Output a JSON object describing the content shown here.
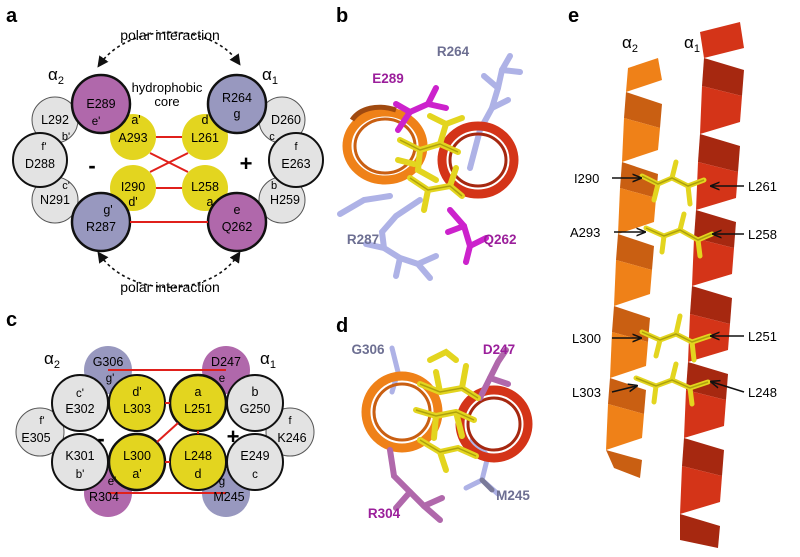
{
  "panel_labels": {
    "a": "a",
    "b": "b",
    "c": "c",
    "d": "d",
    "e": "e"
  },
  "colors": {
    "yellow": "#e3d51f",
    "purple": "#b068ab",
    "slate": "#9898bf",
    "grey": "#e3e3e3",
    "red": "#e0201b",
    "helix_red": "#d43418",
    "helix_orange": "#ef8118",
    "magenta": "#cc22cc",
    "lavender": "#aeb2e6"
  },
  "panel_a": {
    "chain_left": "α",
    "chain_left_sub": "2",
    "chain_right": "α",
    "chain_right_sub": "1",
    "polar_top": "polar interaction",
    "polar_bottom": "polar interaction",
    "core_label_1": "hydrophobic",
    "core_label_2": "core",
    "minus": "-",
    "plus": "+",
    "residues": {
      "e289": {
        "name": "E289",
        "hep": "e'"
      },
      "a_prime": {
        "hep": "a'"
      },
      "r264": {
        "name": "R264",
        "hep": "g"
      },
      "d_top": {
        "hep": "d"
      },
      "l292": {
        "name": "L292",
        "hep": "b'"
      },
      "d260": {
        "name": "D260",
        "hep": "c"
      },
      "d288": {
        "name": "D288",
        "hep": "f'"
      },
      "e263": {
        "name": "E263",
        "hep": "f"
      },
      "a293": {
        "name": "A293"
      },
      "l261": {
        "name": "L261"
      },
      "i290": {
        "name": "I290",
        "hep": "d'"
      },
      "l258": {
        "name": "L258",
        "hep": "a"
      },
      "n291": {
        "name": "N291",
        "hep": "c'"
      },
      "h259": {
        "name": "H259",
        "hep": "b"
      },
      "r287": {
        "name": "R287",
        "hep": "g'"
      },
      "q262": {
        "name": "Q262",
        "hep": "e"
      }
    }
  },
  "panel_b": {
    "e289": "E289",
    "r264": "R264",
    "r287": "R287",
    "q262": "Q262"
  },
  "panel_c": {
    "chain_left": "α",
    "chain_left_sub": "2",
    "chain_right": "α",
    "chain_right_sub": "1",
    "minus": "-",
    "plus": "+",
    "residues": {
      "g306": {
        "name": "G306",
        "hep": "g'"
      },
      "d247": {
        "name": "D247",
        "hep": "e"
      },
      "e302": {
        "name": "E302",
        "hep": "c'"
      },
      "l303": {
        "name": "L303",
        "hep": "d'"
      },
      "l251": {
        "name": "L251",
        "hep": "a"
      },
      "g250": {
        "name": "G250",
        "hep": "b"
      },
      "e305": {
        "name": "E305",
        "hep": "f'"
      },
      "k246": {
        "name": "K246",
        "hep": "f"
      },
      "k301": {
        "name": "K301",
        "hep": "b'"
      },
      "l300": {
        "name": "L300",
        "hep": "a'"
      },
      "l248": {
        "name": "L248",
        "hep": "d"
      },
      "e249": {
        "name": "E249",
        "hep": "c"
      },
      "r304": {
        "name": "R304",
        "hep": "e'"
      },
      "m245": {
        "name": "M245",
        "hep": "g"
      }
    }
  },
  "panel_d": {
    "g306": "G306",
    "d247": "D247",
    "r304": "R304",
    "m245": "M245"
  },
  "panel_e": {
    "chain_left": "α",
    "chain_left_sub": "2",
    "chain_right": "α",
    "chain_right_sub": "1",
    "left_labels": [
      "I290",
      "A293",
      "L300",
      "L303"
    ],
    "right_labels": [
      "L261",
      "L258",
      "L251",
      "L248"
    ]
  }
}
